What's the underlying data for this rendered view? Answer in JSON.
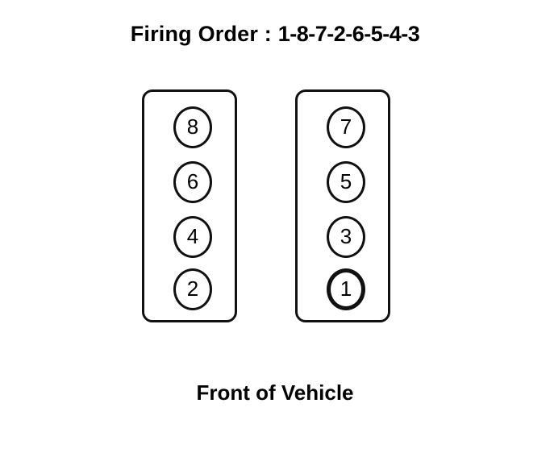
{
  "document": {
    "title_label": "Firing Order",
    "title_separator": " : ",
    "firing_order_text": "1-8-7-2-6-5-4-3",
    "firing_order_sequence": [
      1,
      8,
      7,
      2,
      6,
      5,
      4,
      3
    ],
    "caption": "Front of Vehicle",
    "background_color": "#ffffff",
    "ink_color": "#111111"
  },
  "banks": {
    "left": {
      "name": "left-bank",
      "cylinders": [
        {
          "number": "8",
          "emphasized": false
        },
        {
          "number": "6",
          "emphasized": false
        },
        {
          "number": "4",
          "emphasized": false
        },
        {
          "number": "2",
          "emphasized": false
        }
      ]
    },
    "right": {
      "name": "right-bank",
      "cylinders": [
        {
          "number": "7",
          "emphasized": false
        },
        {
          "number": "5",
          "emphasized": false
        },
        {
          "number": "3",
          "emphasized": false
        },
        {
          "number": "1",
          "emphasized": true
        }
      ]
    }
  }
}
